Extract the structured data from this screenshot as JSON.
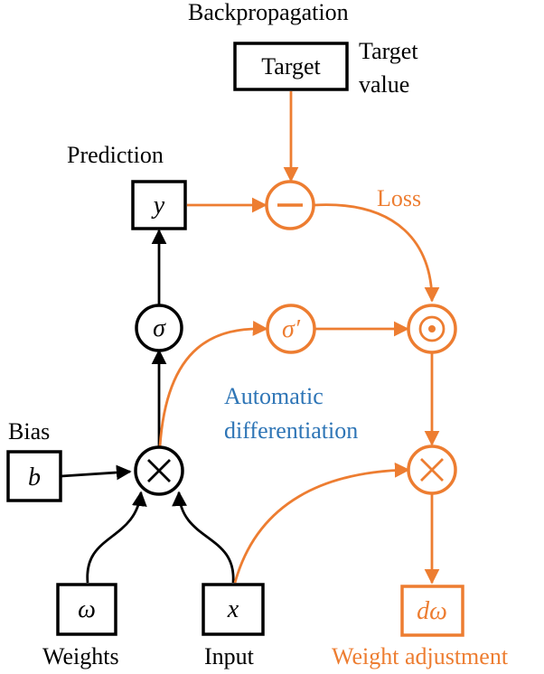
{
  "colors": {
    "forward": "#000000",
    "backward": "#ed7d31",
    "note": "#2e75b6"
  },
  "labels": {
    "backpropagation": "Backpropagation",
    "target_value_line1": "Target",
    "target_value_line2": "value",
    "prediction": "Prediction",
    "loss": "Loss",
    "bias": "Bias",
    "automatic_line1": "Automatic",
    "automatic_line2": "differentiation",
    "weights": "Weights",
    "input": "Input",
    "weight_adjustment": "Weight adjustment"
  },
  "nodes": {
    "target": "Target",
    "y": "y",
    "sigma": "σ",
    "sigma_prime": "σ′",
    "b": "b",
    "omega": "ω",
    "x": "x",
    "d_omega": "dω"
  }
}
